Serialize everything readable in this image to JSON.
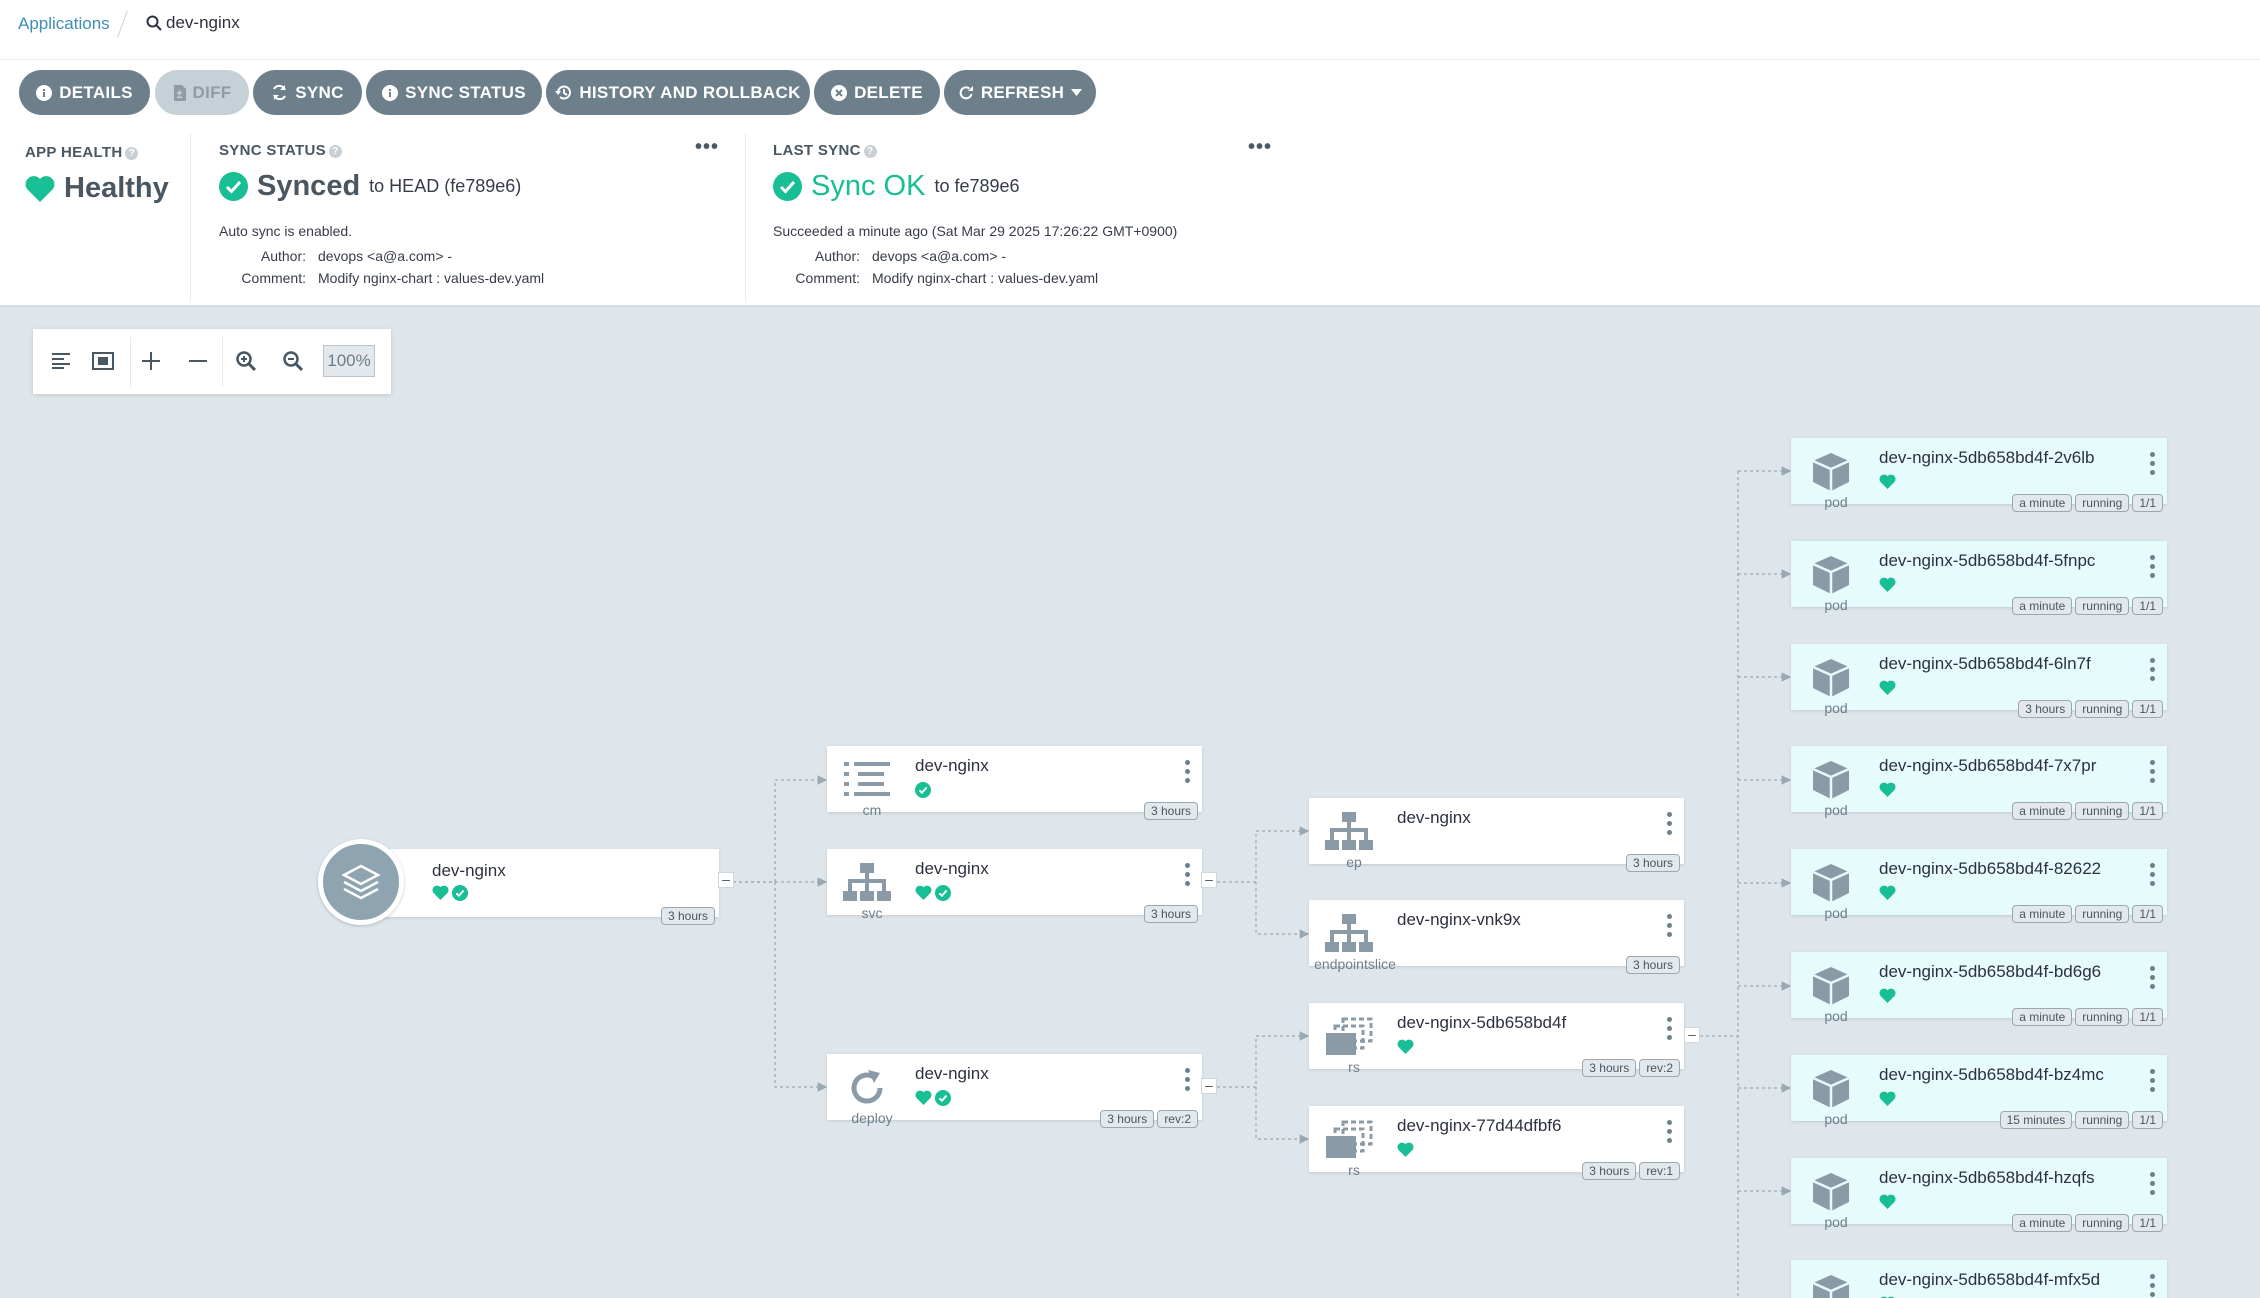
{
  "breadcrumb": {
    "link": "Applications",
    "current": "dev-nginx"
  },
  "toolbar": {
    "details": "DETAILS",
    "diff": "DIFF",
    "sync": "SYNC",
    "sync_status": "SYNC STATUS",
    "history": "HISTORY AND ROLLBACK",
    "delete": "DELETE",
    "refresh": "REFRESH"
  },
  "app_health": {
    "label": "APP HEALTH",
    "value": "Healthy"
  },
  "sync_status": {
    "label": "SYNC STATUS",
    "value": "Synced",
    "target": "to HEAD (fe789e6)",
    "auto_sync": "Auto sync is enabled.",
    "author_label": "Author:",
    "author": "devops <a@a.com> -",
    "comment_label": "Comment:",
    "comment": "Modify nginx-chart : values-dev.yaml"
  },
  "last_sync": {
    "label": "LAST SYNC",
    "value": "Sync OK",
    "target": "to fe789e6",
    "succeeded": "Succeeded a minute ago (Sat Mar 29 2025 17:26:22 GMT+0900)",
    "author_label": "Author:",
    "author": "devops <a@a.com> -",
    "comment_label": "Comment:",
    "comment": "Modify nginx-chart : values-dev.yaml"
  },
  "graph_controls": {
    "zoom": "100%"
  },
  "colors": {
    "healthy": "#18be94",
    "accent": "#3c8fb8",
    "button": "#6d7f8b"
  },
  "graph": {
    "app": {
      "name": "dev-nginx",
      "age": "3 hours"
    },
    "level1": [
      {
        "name": "dev-nginx",
        "kind": "cm",
        "age": "3 hours"
      },
      {
        "name": "dev-nginx",
        "kind": "svc",
        "age": "3 hours"
      },
      {
        "name": "dev-nginx",
        "kind": "deploy",
        "age": "3 hours",
        "rev": "rev:2"
      }
    ],
    "level2": [
      {
        "name": "dev-nginx",
        "kind": "ep",
        "age": "3 hours"
      },
      {
        "name": "dev-nginx-vnk9x",
        "kind": "endpointslice",
        "age": "3 hours"
      },
      {
        "name": "dev-nginx-5db658bd4f",
        "kind": "rs",
        "age": "3 hours",
        "rev": "rev:2"
      },
      {
        "name": "dev-nginx-77d44dfbf6",
        "kind": "rs",
        "age": "3 hours",
        "rev": "rev:1"
      }
    ],
    "pods": [
      {
        "name": "dev-nginx-5db658bd4f-2v6lb",
        "kind": "pod",
        "age": "a minute",
        "status": "running",
        "ready": "1/1"
      },
      {
        "name": "dev-nginx-5db658bd4f-5fnpc",
        "kind": "pod",
        "age": "a minute",
        "status": "running",
        "ready": "1/1"
      },
      {
        "name": "dev-nginx-5db658bd4f-6ln7f",
        "kind": "pod",
        "age": "3 hours",
        "status": "running",
        "ready": "1/1"
      },
      {
        "name": "dev-nginx-5db658bd4f-7x7pr",
        "kind": "pod",
        "age": "a minute",
        "status": "running",
        "ready": "1/1"
      },
      {
        "name": "dev-nginx-5db658bd4f-82622",
        "kind": "pod",
        "age": "a minute",
        "status": "running",
        "ready": "1/1"
      },
      {
        "name": "dev-nginx-5db658bd4f-bd6g6",
        "kind": "pod",
        "age": "a minute",
        "status": "running",
        "ready": "1/1"
      },
      {
        "name": "dev-nginx-5db658bd4f-bz4mc",
        "kind": "pod",
        "age": "15 minutes",
        "status": "running",
        "ready": "1/1"
      },
      {
        "name": "dev-nginx-5db658bd4f-hzqfs",
        "kind": "pod",
        "age": "a minute",
        "status": "running",
        "ready": "1/1"
      },
      {
        "name": "dev-nginx-5db658bd4f-mfx5d",
        "kind": "pod"
      }
    ]
  }
}
